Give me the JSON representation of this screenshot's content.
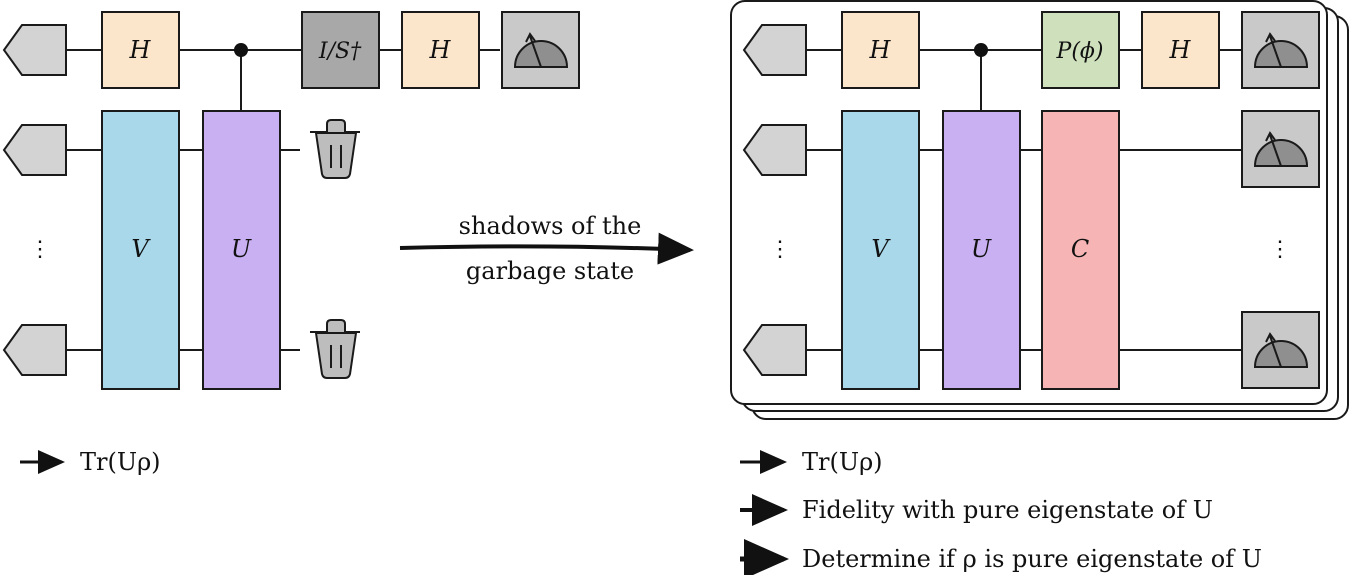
{
  "colors": {
    "hadamard_fill": "#fbe6cc",
    "phase_fill": "#cfe0bd",
    "input_fill": "#d3d3d3",
    "meter_fill": "#c9c9c9",
    "trash_fill": "#bdbdbd",
    "V_fill": "#a9d8ea",
    "U_fill": "#c9b0f2",
    "C_fill": "#f6b4b4",
    "line": "#1a1a1a"
  },
  "left_circuit": {
    "gate_h1": "H",
    "gate_sdag": "I/S†",
    "gate_h2": "H",
    "block_v": "V",
    "block_u": "U",
    "vdots": "⋮"
  },
  "arrow": {
    "line1": "shadows of the",
    "line2": "garbage state"
  },
  "right_circuit": {
    "gate_h1": "H",
    "gate_phase": "P(ϕ)",
    "gate_h2": "H",
    "block_v": "V",
    "block_u": "U",
    "block_c": "C",
    "vdots": "⋮"
  },
  "left_outputs": [
    "Tr(Uρ)"
  ],
  "right_outputs": [
    "Tr(Uρ)",
    "Fidelity with pure eigenstate of U",
    "Determine if ρ is pure eigenstate of U"
  ]
}
